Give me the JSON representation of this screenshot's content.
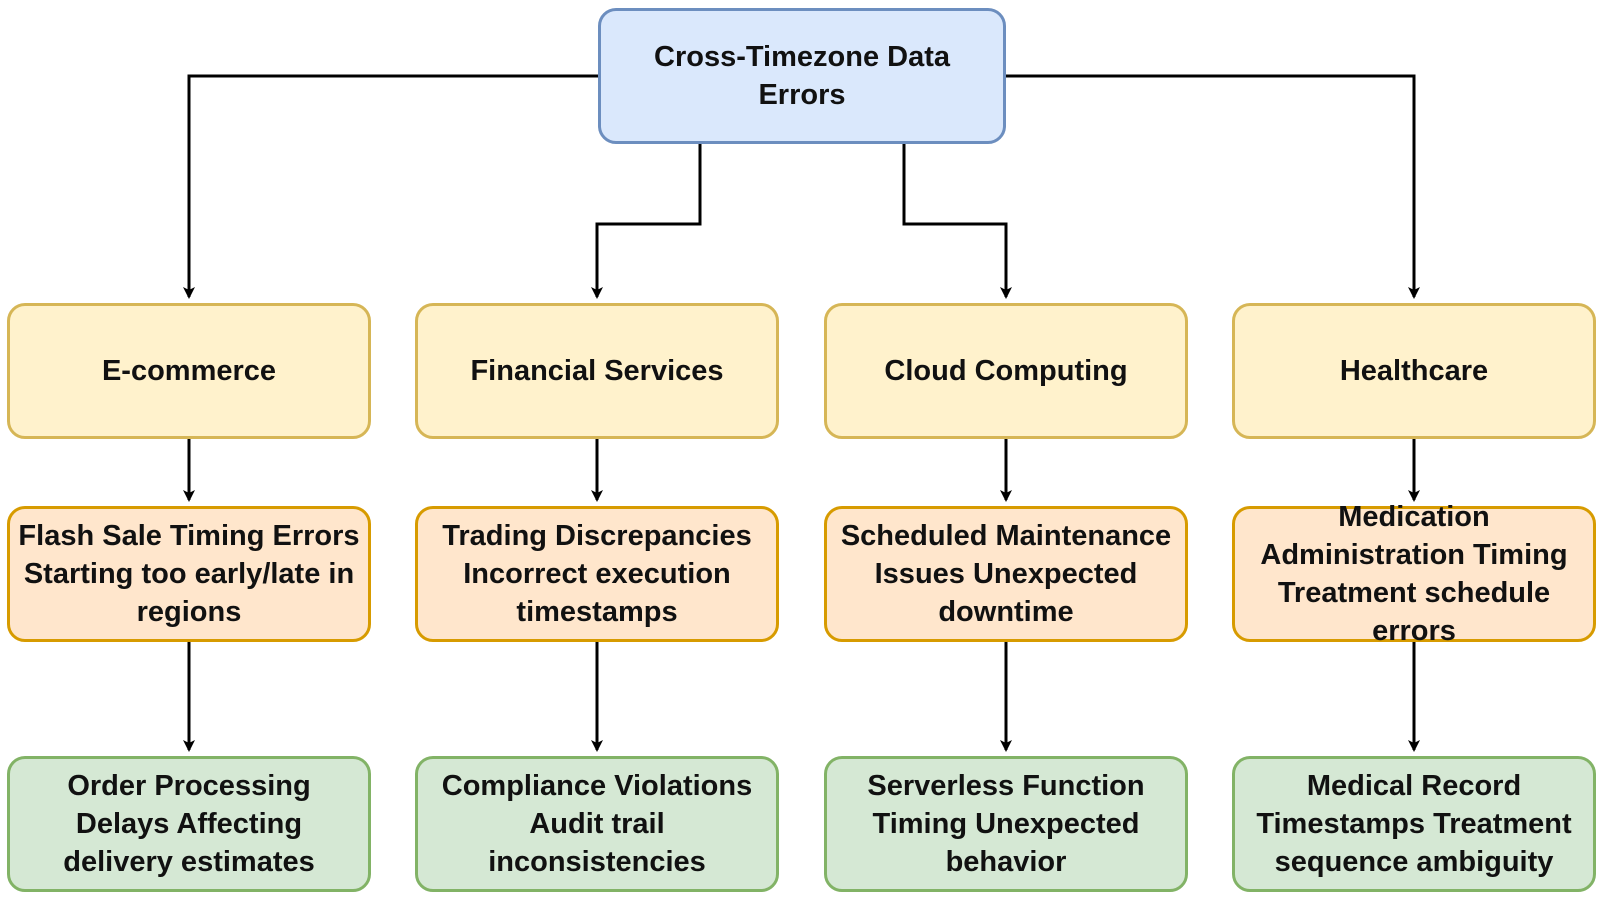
{
  "colors": {
    "root": {
      "fill": "#dae8fc",
      "stroke": "#6c8ebf"
    },
    "domain": {
      "fill": "#fff2cc",
      "stroke": "#d6b656"
    },
    "issue": {
      "fill": "#ffe6cc",
      "stroke": "#d79b00"
    },
    "impact": {
      "fill": "#d5e8d4",
      "stroke": "#82b366"
    },
    "edge": "#000000"
  },
  "root": {
    "label": "Cross-Timezone Data Errors"
  },
  "columns": [
    {
      "domain": "E-commerce",
      "issue": "Flash Sale Timing Errors Starting too early/late in regions",
      "impact": "Order Processing Delays Affecting delivery estimates"
    },
    {
      "domain": "Financial Services",
      "issue": "Trading Discrepancies Incorrect execution timestamps",
      "impact": "Compliance Violations Audit trail inconsistencies"
    },
    {
      "domain": "Cloud Computing",
      "issue": "Scheduled Maintenance Issues Unexpected downtime",
      "impact": "Serverless Function Timing Unexpected behavior"
    },
    {
      "domain": "Healthcare",
      "issue": "Medication Administration Timing Treatment schedule errors",
      "impact": "Medical Record Timestamps Treatment sequence ambiguity"
    }
  ]
}
